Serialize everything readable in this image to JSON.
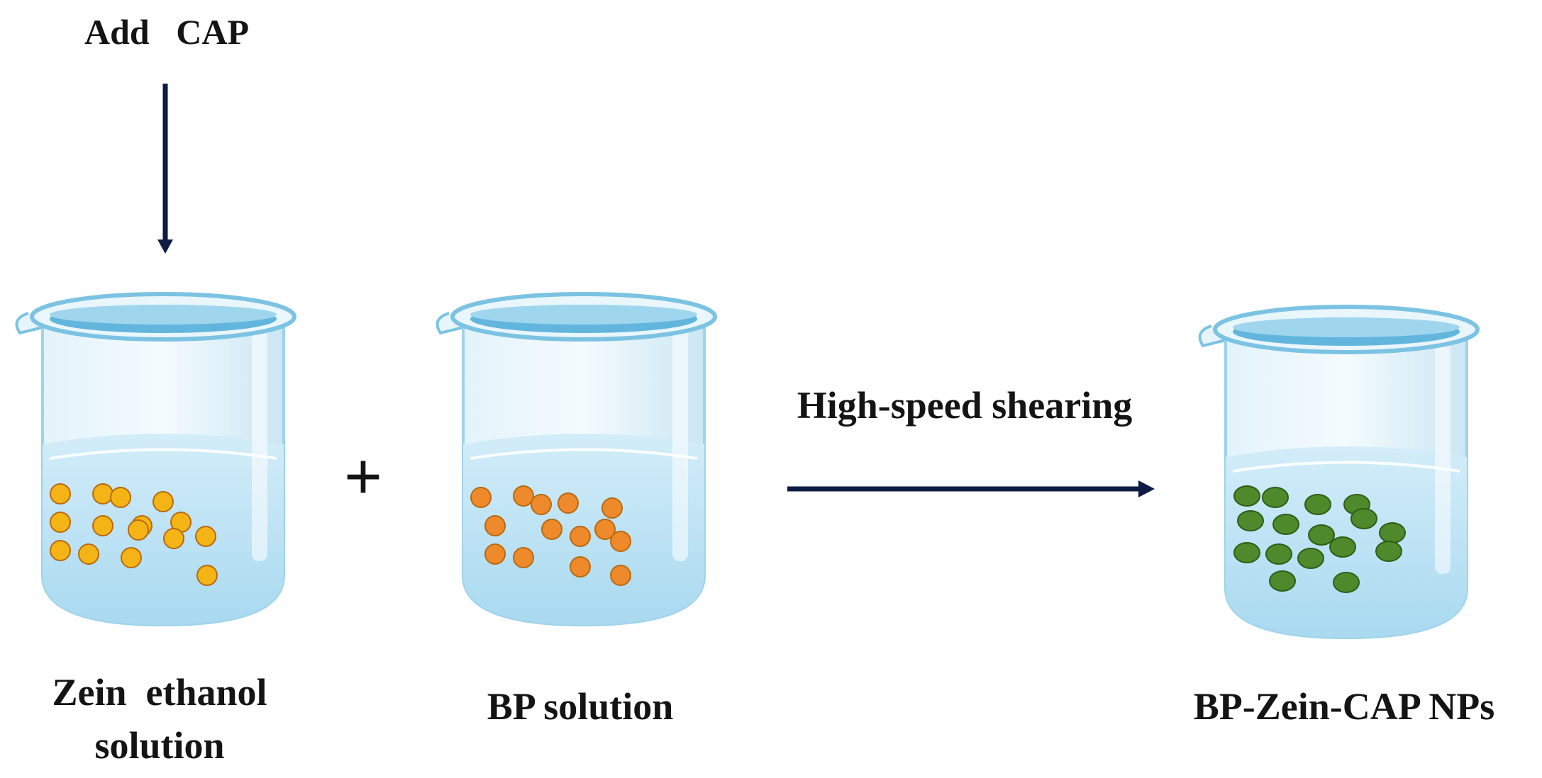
{
  "labels": {
    "add_cap": "Add   CAP",
    "plus": "+",
    "shearing": "High-speed shearing",
    "beaker1_line1": "Zein  ethanol",
    "beaker1_line2": "solution",
    "beaker2": "BP solution",
    "beaker3": "BP-Zein-CAP NPs"
  },
  "colors": {
    "arrow": "#0d1b45",
    "beaker_glass": "#cfe9f5",
    "beaker_rim": "#7cc3e3",
    "liquid": "#bfe3f5",
    "zein_particles": "#f4b416",
    "bp_particles": "#ef8a2c",
    "np_particles": "#4e8a2b"
  },
  "beakers": [
    {
      "id": "zein-ethanol",
      "particle_count": 15,
      "particle_shape": "circle",
      "particle_color": "#f4b416"
    },
    {
      "id": "bp-solution",
      "particle_count": 14,
      "particle_shape": "circle",
      "particle_color": "#ef8a2c"
    },
    {
      "id": "bp-zein-cap-nps",
      "particle_count": 16,
      "particle_shape": "ellipse",
      "particle_color": "#4e8a2b"
    }
  ]
}
